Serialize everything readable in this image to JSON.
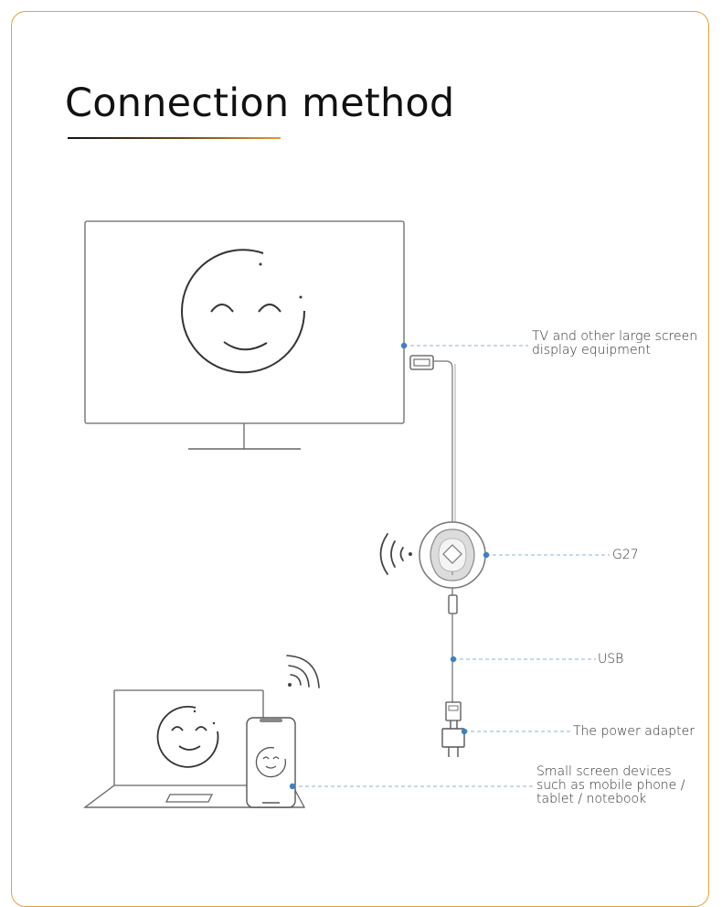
{
  "header": {
    "title": "Connection method"
  },
  "labels": {
    "tv": [
      "TV and other large screen",
      "display equipment"
    ],
    "device": "G27",
    "usb": "USB",
    "adapter": "The power adapter",
    "small_devices": [
      "Small screen devices",
      "such as mobile phone /",
      "tablet / notebook"
    ]
  },
  "colors": {
    "frame_border": "#e3a23c",
    "accent_rule": "#e09a35",
    "leader_line": "#8ab4d6",
    "leader_dot": "#3f7fc4",
    "outline": "#555555"
  }
}
